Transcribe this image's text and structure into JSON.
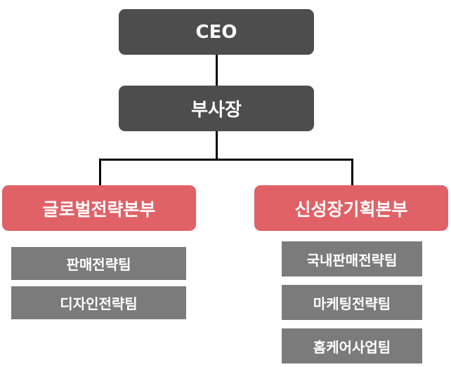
{
  "org_chart": {
    "ceo": "CEO",
    "vice_president": "부사장",
    "divisions": [
      {
        "name": "글로벌전략본부",
        "teams": [
          "판매전략팀",
          "디자인전략팀"
        ]
      },
      {
        "name": "신성장기획본부",
        "teams": [
          "국내판매전략팀",
          "마케팅전략팀",
          "홈케어사업팀"
        ]
      }
    ]
  },
  "colors": {
    "executive_box": "#4d4d4d",
    "division_box": "#e06166",
    "team_box": "#7b7b7b",
    "connector": "#000000",
    "text": "#ffffff"
  }
}
